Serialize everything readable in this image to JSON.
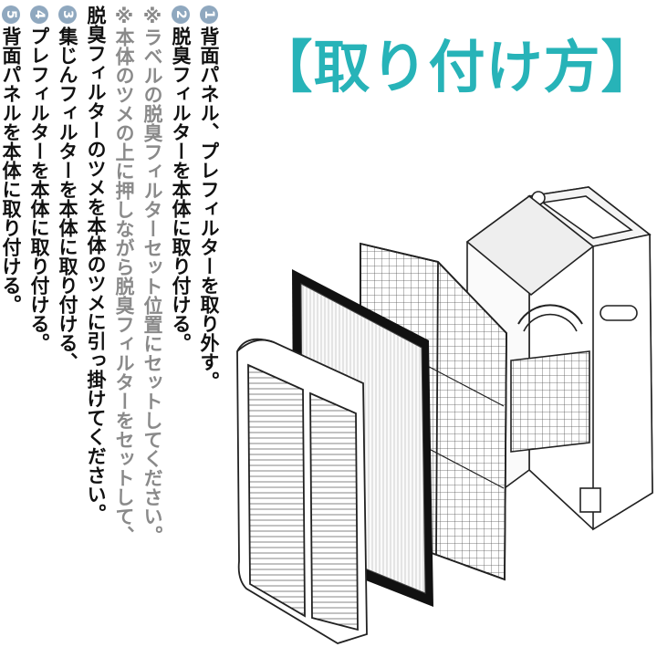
{
  "title": "【取り付け方】",
  "colors": {
    "title": "#27b3b8",
    "text": "#111111",
    "note": "#8a8a8a",
    "badge": "#8fa8bf"
  },
  "steps": [
    {
      "num": "1",
      "text": "背面パネル、プレフィルターを取り外す。"
    },
    {
      "num": "2",
      "text": "脱臭フィルターを本体に取り付ける。"
    },
    {
      "num": "",
      "text": "※ラベルの脱臭フィルターセット位置にセットしてください。",
      "note": true
    },
    {
      "num": "",
      "text": "※本体のツメの上に押しながら脱臭フィルターをセットして、",
      "note": true
    },
    {
      "num": "",
      "text": "脱臭フィルターのツメを本体のツメに引っ掛けてください。"
    },
    {
      "num": "3",
      "text": "集じんフィルターを本体に取り付ける、"
    },
    {
      "num": "4",
      "text": "プレフィルターを本体に取り付ける。"
    },
    {
      "num": "5",
      "text": "背面パネルを本体に取り付ける。"
    }
  ]
}
